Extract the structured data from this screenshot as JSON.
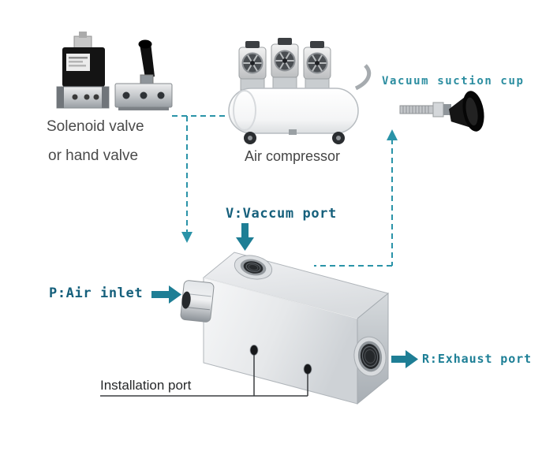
{
  "labels": {
    "solenoid_line1": "Solenoid valve",
    "solenoid_line2": "or hand valve",
    "air_compressor": "Air compressor",
    "suction_cup": "Vacuum suction cup",
    "vacuum_port": "V:Vaccum port",
    "air_inlet": "P:Air inlet",
    "exhaust_port": "R:Exhaust port",
    "installation_port": "Installation port"
  },
  "colors": {
    "teal_label": "#1d7f96",
    "dark_teal_label": "#16607c",
    "light_teal_label": "#2b8da0",
    "dashed_line": "#2a93a8",
    "arrow": "#1e7e95",
    "gray_label": "#4a4a4a"
  }
}
